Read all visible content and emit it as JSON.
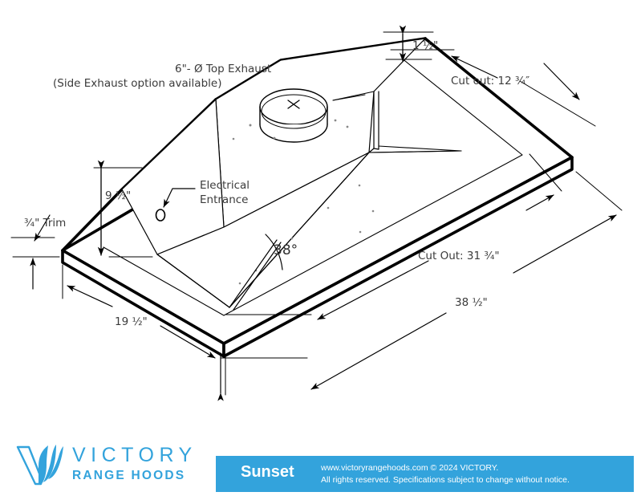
{
  "drawing": {
    "title_note_line1": "6\"- Ø Top Exhaust",
    "title_note_line2": "(Side Exhaust option available)",
    "labels": {
      "electrical_line1": "Electrical",
      "electrical_line2": "Entrance",
      "angle": "38°",
      "trim": "¾\" Trim",
      "height": "9 ½\"",
      "flange_thickness": "1 ½\"",
      "cut_out_depth": "Cut out: 12 ¾″",
      "cut_out_width": "Cut Out: 31 ¾\"",
      "overall_width": "38 ½\"",
      "overall_depth": "19 ½\""
    }
  },
  "footer": {
    "logo": {
      "brand_top": "VICTORY",
      "brand_bottom": "RANGE HOODS",
      "color": "#33a3dc"
    },
    "model_name": "Sunset",
    "legal_line1": "www.victoryrangehoods.com © 2024 VICTORY.",
    "legal_line2": "All rights reserved. Specifications subject to change without notice.",
    "bar_color": "#33a3dc"
  }
}
